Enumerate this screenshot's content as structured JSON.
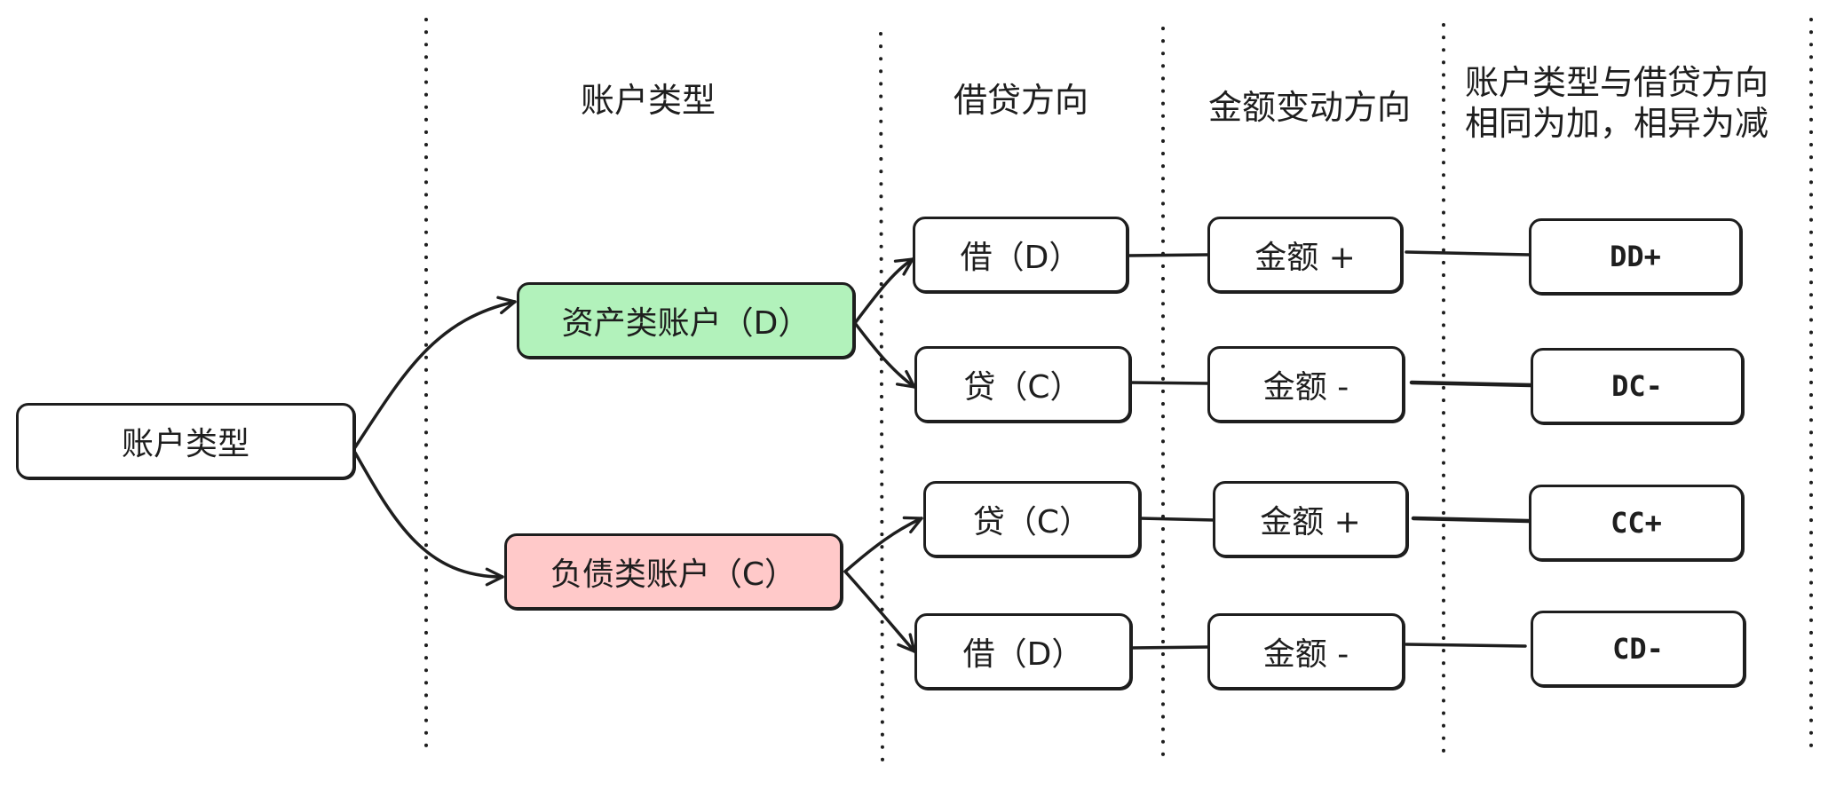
{
  "headers": {
    "account_type": "账户类型",
    "direction": "借贷方向",
    "amount_change": "金额变动方向",
    "rule_line1": "账户类型与借贷方向",
    "rule_line2": "相同为加，相异为减"
  },
  "nodes": {
    "root": "账户类型",
    "asset": "资产类账户（D）",
    "liability": "负债类账户（C）",
    "asset_debit": "借（D）",
    "asset_credit": "贷（C）",
    "liab_credit": "贷（C）",
    "liab_debit": "借（D）",
    "amt1": "金额 +",
    "amt2": "金额 -",
    "amt3": "金额 +",
    "amt4": "金额 -",
    "res1": "DD+",
    "res2": "DC-",
    "res3": "CC+",
    "res4": "CD-"
  },
  "colors": {
    "stroke": "#1e1e1e",
    "asset_fill": "#b2f2bb",
    "liability_fill": "#ffc9c9",
    "background": "#ffffff"
  }
}
